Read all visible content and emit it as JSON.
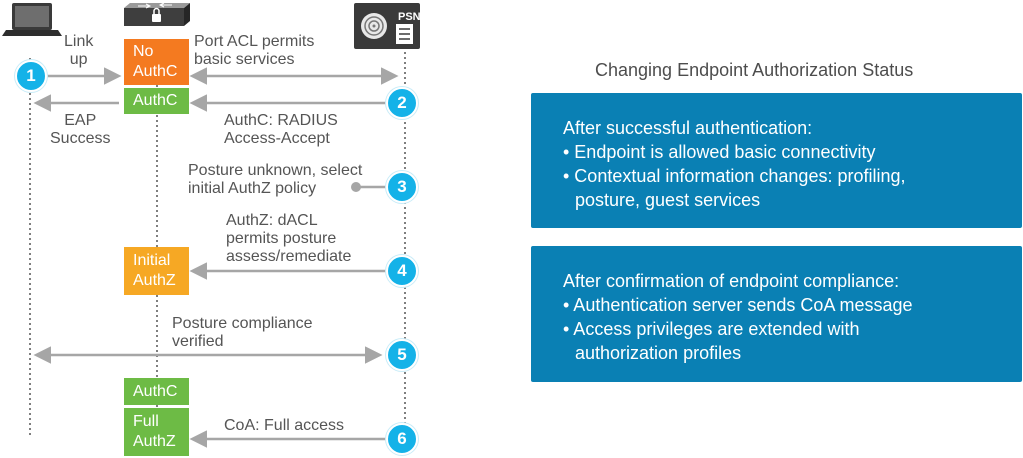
{
  "devices": {
    "psn_label": "PSN"
  },
  "labels": {
    "link_up": [
      "Link",
      "up"
    ],
    "port_acl": [
      "Port ACL permits",
      "basic services"
    ],
    "eap_success": [
      "EAP",
      "Success"
    ],
    "radius_accept": [
      "AuthC: RADIUS",
      "Access-Accept"
    ],
    "posture_unknown": [
      "Posture unknown, select",
      "initial AuthZ policy"
    ],
    "dacl": [
      "AuthZ: dACL",
      "permits posture",
      "assess/remediate"
    ],
    "posture_compliance": [
      "Posture compliance",
      "verified"
    ],
    "coa_full": "CoA: Full access"
  },
  "switch_states": {
    "no_authc": [
      "No",
      "AuthC"
    ],
    "authc_1": "AuthC",
    "initial_authz": [
      "Initial",
      "AuthZ"
    ],
    "authc_2": "AuthC",
    "full_authz": [
      "Full",
      "AuthZ"
    ]
  },
  "steps": [
    "1",
    "2",
    "3",
    "4",
    "5",
    "6"
  ],
  "colors": {
    "step_circle": "#14b2e8",
    "no_authc": "#f47a20",
    "initial_authz": "#f6a824",
    "authc": "#6dbb45",
    "panel": "#0a80b4",
    "arrow": "#a6a6a6"
  },
  "right_panel": {
    "title": "Changing Endpoint Authorization Status",
    "box1": {
      "heading": "After successful authentication:",
      "bullets": [
        "• Endpoint is allowed basic connectivity",
        "• Contextual information changes: profiling,",
        "posture, guest services"
      ]
    },
    "box2": {
      "heading": "After confirmation of endpoint compliance:",
      "bullets": [
        "• Authentication server sends CoA message",
        "• Access privileges are extended with",
        "authorization profiles"
      ]
    }
  }
}
